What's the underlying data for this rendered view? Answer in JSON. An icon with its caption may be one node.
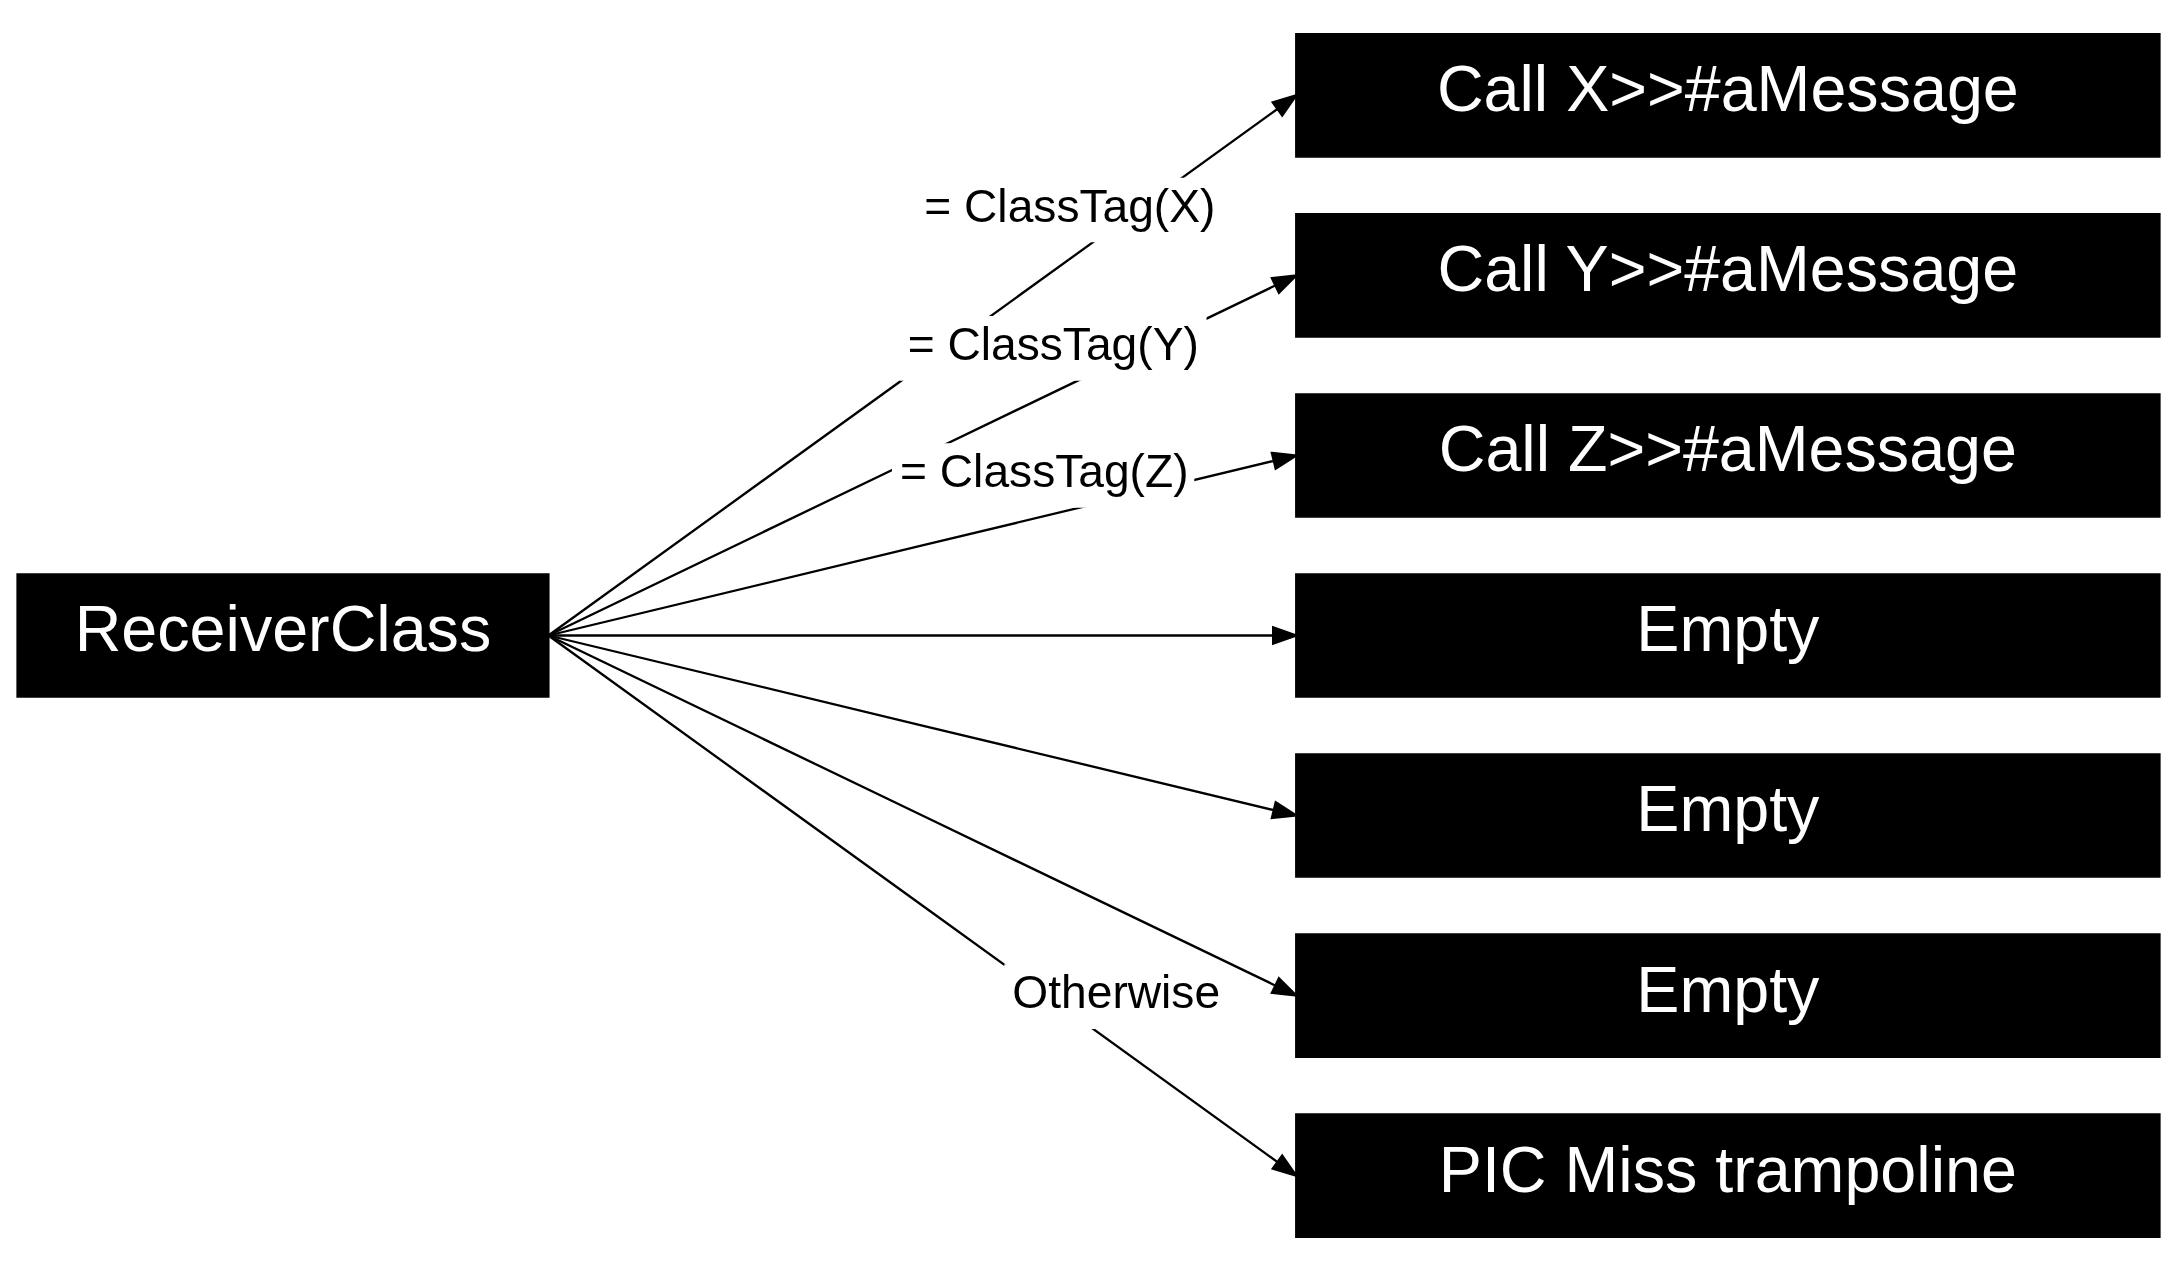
{
  "diagram": {
    "nodes": [
      {
        "text": [
          "ReceiverClass"
        ]
      },
      {
        "text": [
          "Call X>>#aMessage"
        ]
      },
      {
        "text": [
          "Call Y>>#aMessage"
        ]
      },
      {
        "text": [
          "Call Z>>#aMessage"
        ]
      },
      {
        "text": [
          "Empty"
        ]
      },
      {
        "text": [
          "Empty"
        ]
      },
      {
        "text": [
          "Empty"
        ]
      },
      {
        "text": [
          "PIC Miss trampoline"
        ]
      }
    ],
    "edges": [
      {
        "from": 0,
        "to": 1,
        "arrow": "to",
        "label": "= ClassTag(X)"
      },
      {
        "from": 0,
        "to": 2,
        "arrow": "to",
        "label": "= ClassTag(Y)"
      },
      {
        "from": 0,
        "to": 3,
        "arrow": "to",
        "label": "= ClassTag(Z)"
      },
      {
        "from": 0,
        "to": 4,
        "arrow": "to"
      },
      {
        "from": 0,
        "to": 5,
        "arrow": "to"
      },
      {
        "from": 0,
        "to": 6,
        "arrow": "to"
      },
      {
        "from": 0,
        "to": 7,
        "arrow": "to",
        "label": "Otherwise"
      }
    ]
  }
}
